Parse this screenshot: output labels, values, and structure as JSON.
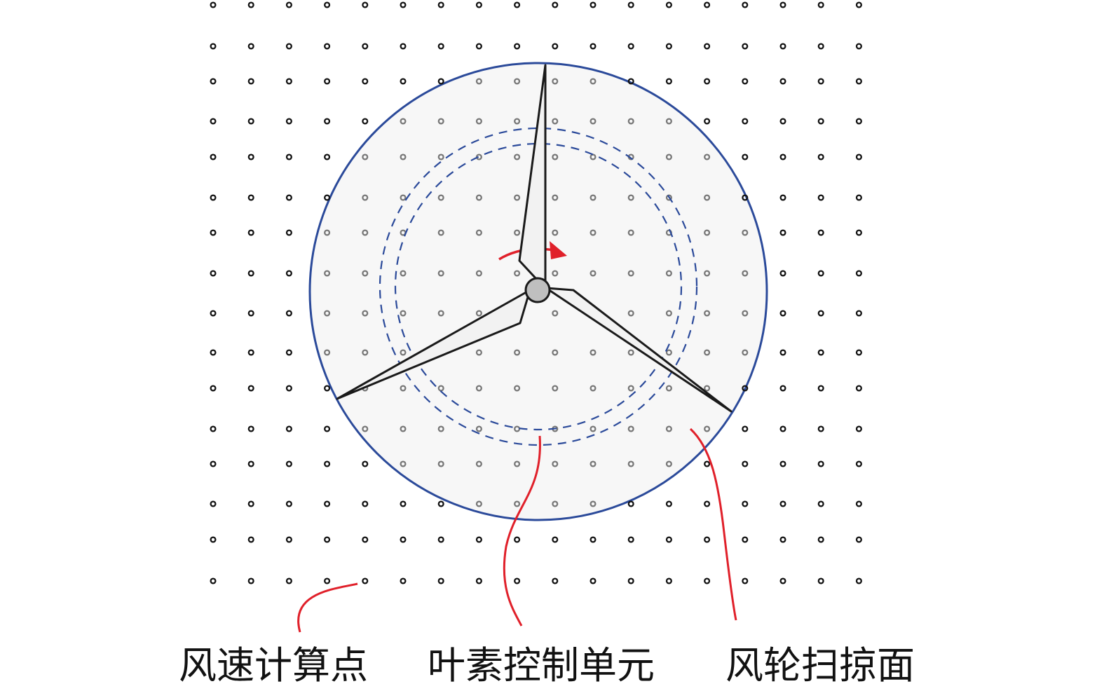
{
  "labels": {
    "wind_speed_points": "风速计算点",
    "blade_element_unit": "叶素控制单元",
    "rotor_swept_area": "风轮扫掠面"
  },
  "colors": {
    "grid_point": "#111111",
    "grid_point_inside": "#777777",
    "rotor_circle": "#2b4a9a",
    "rotor_fill": "#f7f7f7",
    "annulus_dash": "#2b4a9a",
    "leader_line": "#e0202a",
    "rotation_arrow": "#e0202a",
    "blade_fill": "#f2f2f2",
    "blade_stroke": "#1a1a1a",
    "hub_fill": "#bfbfbf"
  },
  "icons": {
    "rotation": "clockwise-arrow-icon",
    "hub": "hub-icon"
  },
  "grid": {
    "columns": 18,
    "rows": 15
  }
}
